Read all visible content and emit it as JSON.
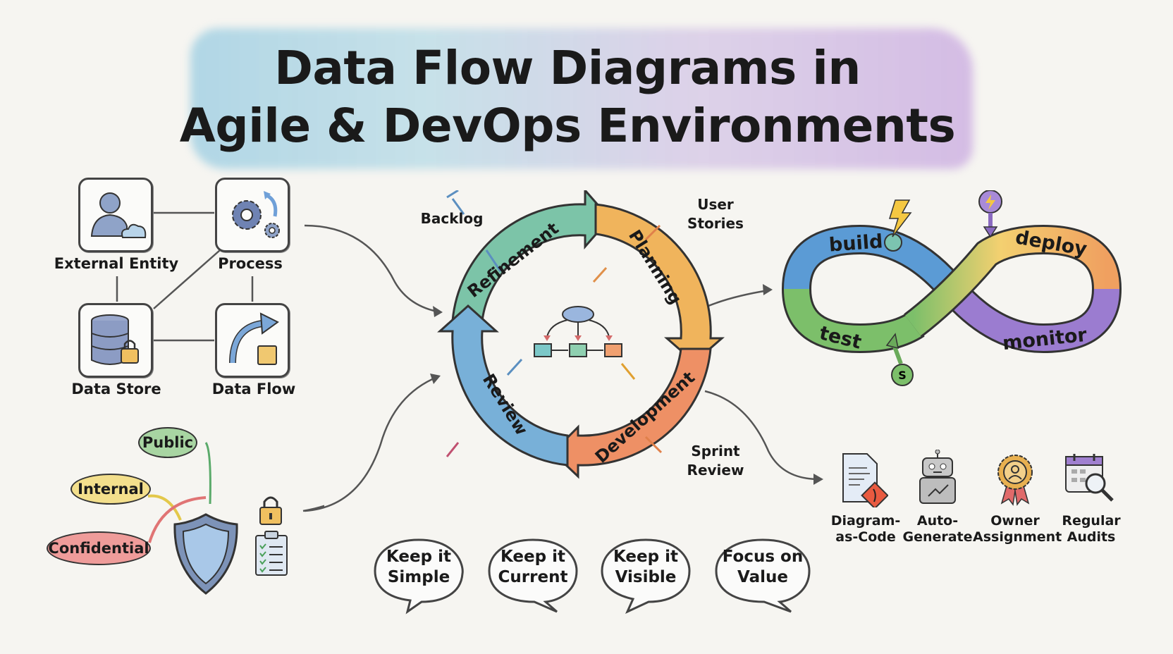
{
  "title": {
    "line1": "Data Flow Diagrams in",
    "line2": "Agile & DevOps Environments"
  },
  "dfd_elements": [
    {
      "label": "External Entity",
      "icon": "person-cloud-icon"
    },
    {
      "label": "Process",
      "icon": "gears-icon"
    },
    {
      "label": "Data Store",
      "icon": "database-lock-icon"
    },
    {
      "label": "Data Flow",
      "icon": "curved-arrow-document-icon"
    }
  ],
  "classification": {
    "levels": [
      {
        "label": "Public",
        "color": "#a8d5a2"
      },
      {
        "label": "Internal",
        "color": "#f3df8c"
      },
      {
        "label": "Confidential",
        "color": "#ef9c9a"
      }
    ],
    "icons": [
      "shield-icon",
      "padlock-icon",
      "checklist-icon"
    ]
  },
  "agile_cycle": {
    "stages": [
      {
        "label": "Refinement",
        "color": "#7cc4a8"
      },
      {
        "label": "Planning",
        "color": "#f0b45c"
      },
      {
        "label": "Development",
        "color": "#ee9065"
      },
      {
        "label": "Review",
        "color": "#78b0d8"
      }
    ],
    "outer_labels": {
      "backlog": "Backlog",
      "user_stories_1": "User",
      "user_stories_2": "Stories",
      "sprint_review_1": "Sprint",
      "sprint_review_2": "Review"
    }
  },
  "devops_loop": {
    "stages": [
      {
        "label": "build",
        "color": "#5b9bd5"
      },
      {
        "label": "deploy",
        "color": "#f0a060"
      },
      {
        "label": "test",
        "color": "#7cbf6a"
      },
      {
        "label": "monitor",
        "color": "#9b7cd0"
      }
    ],
    "markers": [
      "lightning-icon",
      "lightning-pin-icon",
      "dollar-pin-icon"
    ]
  },
  "practices": [
    {
      "line1": "Diagram-",
      "line2": "as-Code",
      "icon": "document-git-icon"
    },
    {
      "line1": "Auto-",
      "line2": "Generate",
      "icon": "robot-icon"
    },
    {
      "line1": "Owner",
      "line2": "Assignment",
      "icon": "award-badge-icon"
    },
    {
      "line1": "Regular",
      "line2": "Audits",
      "icon": "calendar-magnifier-icon"
    }
  ],
  "principles": [
    {
      "line1": "Keep it",
      "line2": "Simple"
    },
    {
      "line1": "Keep it",
      "line2": "Current"
    },
    {
      "line1": "Keep it",
      "line2": "Visible"
    },
    {
      "line1": "Focus on",
      "line2": "Value"
    }
  ]
}
